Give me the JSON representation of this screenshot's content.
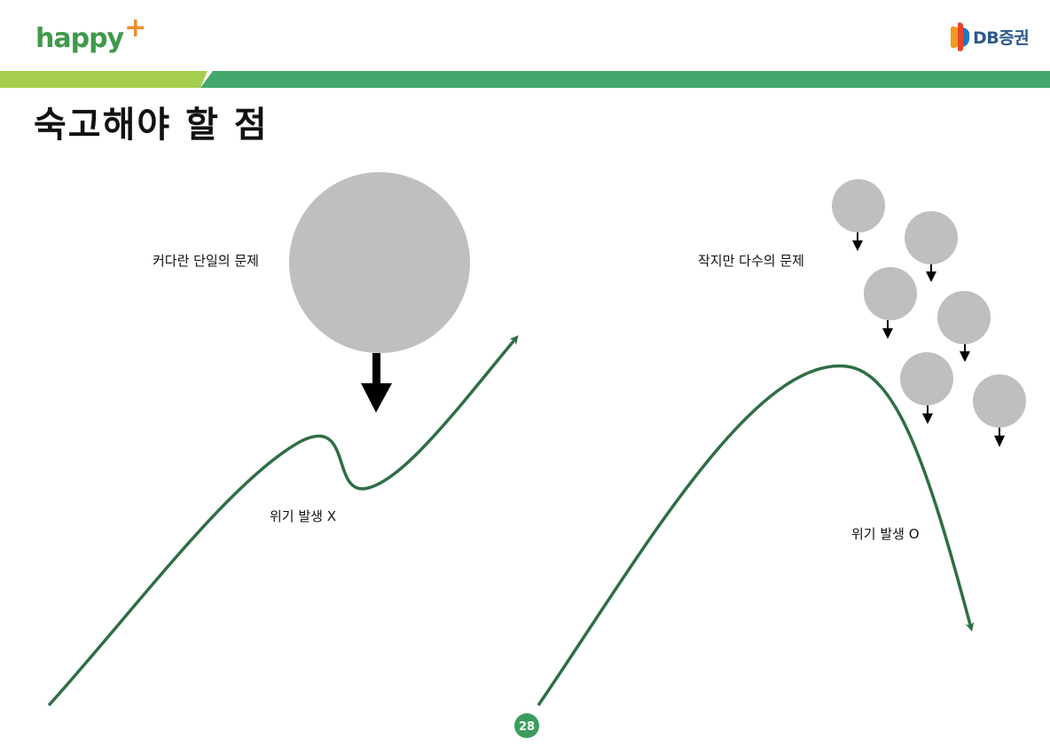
{
  "header": {
    "logo_left": {
      "name": "happy",
      "plus": "+"
    },
    "logo_right": {
      "text": "DB증권"
    },
    "title": "숙고해야 할 점",
    "colors": {
      "bar_light": "#a6ce4e",
      "bar_dark": "#43a66b",
      "curve": "#2f6e45",
      "circle": "#bfbfbf",
      "page_badge": "#3d9b5f"
    }
  },
  "diagram": {
    "left_label": "커다란 단일의 문제",
    "left_caption": "위기 발생 X",
    "right_label": "작지만 다수의 문제",
    "right_caption": "위기 발생 O"
  },
  "footer": {
    "page_number": "28"
  }
}
